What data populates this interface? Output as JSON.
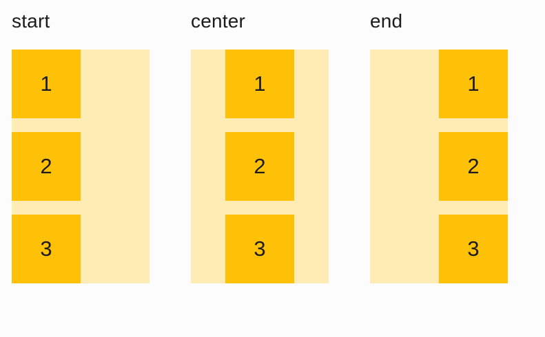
{
  "colors": {
    "page-bg": "#FCFCFD",
    "container": "#FFECB5",
    "item": "#FFC107",
    "text": "#1B1B1B"
  },
  "groups": [
    {
      "label": "start",
      "alignment": "start",
      "items": [
        "1",
        "2",
        "3"
      ]
    },
    {
      "label": "center",
      "alignment": "center",
      "items": [
        "1",
        "2",
        "3"
      ]
    },
    {
      "label": "end",
      "alignment": "end",
      "items": [
        "1",
        "2",
        "3"
      ]
    }
  ]
}
